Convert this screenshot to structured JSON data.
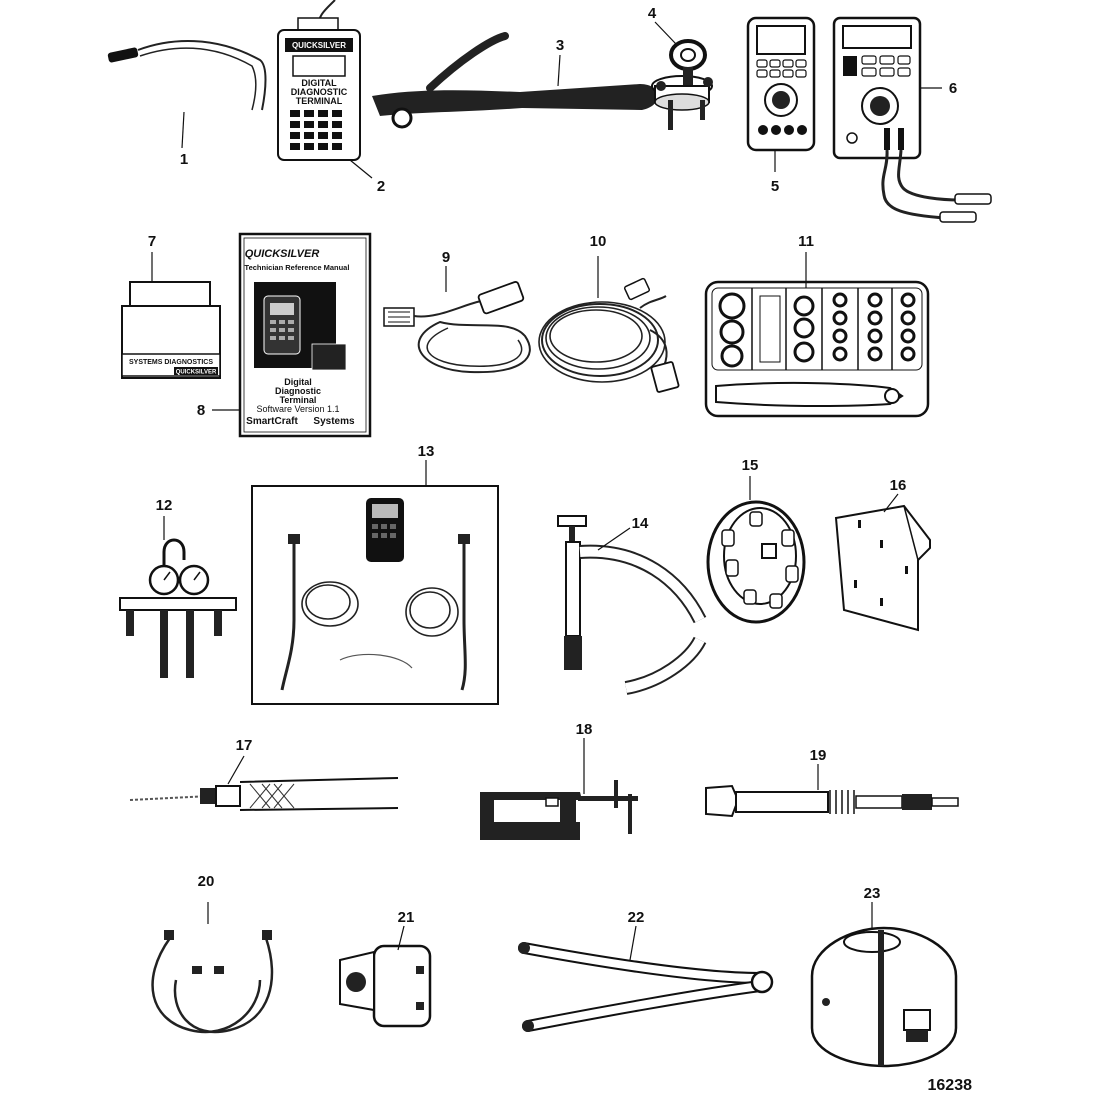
{
  "figure_number": "16238",
  "callouts": [
    {
      "id": "1",
      "label": "1"
    },
    {
      "id": "2",
      "label": "2"
    },
    {
      "id": "3",
      "label": "3"
    },
    {
      "id": "4",
      "label": "4"
    },
    {
      "id": "5",
      "label": "5"
    },
    {
      "id": "6",
      "label": "6"
    },
    {
      "id": "7",
      "label": "7"
    },
    {
      "id": "8",
      "label": "8"
    },
    {
      "id": "9",
      "label": "9"
    },
    {
      "id": "10",
      "label": "10"
    },
    {
      "id": "11",
      "label": "11"
    },
    {
      "id": "12",
      "label": "12"
    },
    {
      "id": "13",
      "label": "13"
    },
    {
      "id": "14",
      "label": "14"
    },
    {
      "id": "15",
      "label": "15"
    },
    {
      "id": "16",
      "label": "16"
    },
    {
      "id": "17",
      "label": "17"
    },
    {
      "id": "18",
      "label": "18"
    },
    {
      "id": "19",
      "label": "19"
    },
    {
      "id": "20",
      "label": "20"
    },
    {
      "id": "21",
      "label": "21"
    },
    {
      "id": "22",
      "label": "22"
    },
    {
      "id": "23",
      "label": "23"
    }
  ],
  "item2_terminal": {
    "brand": "QUICKSILVER",
    "line1": "DIGITAL",
    "line2": "DIAGNOSTIC",
    "line3": "TERMINAL"
  },
  "item7_module": {
    "line1": "SYSTEMS DIAGNOSTICS",
    "brand": "QUICKSILVER"
  },
  "item8_manual": {
    "brand": "QUICKSILVER",
    "title": "Technician Reference Manual",
    "product1": "Digital",
    "product2": "Diagnostic",
    "product3": "Terminal",
    "software": "Software Version 1.1",
    "system_left": "SmartCraft",
    "system_right": "Systems"
  }
}
